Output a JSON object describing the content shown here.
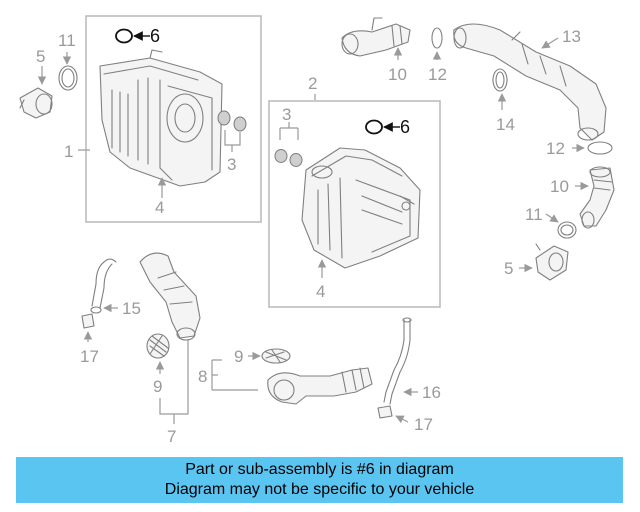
{
  "callouts": {
    "c1": "1",
    "c2": "2",
    "c3a": "3",
    "c3b": "3",
    "c4a": "4",
    "c4b": "4",
    "c5a": "5",
    "c5b": "5",
    "c6a": "6",
    "c6b": "6",
    "c7": "7",
    "c8": "8",
    "c9a": "9",
    "c9b": "9",
    "c10a": "10",
    "c10b": "10",
    "c11a": "11",
    "c11b": "11",
    "c12a": "12",
    "c12b": "12",
    "c13": "13",
    "c14": "14",
    "c15": "15",
    "c16": "16",
    "c17a": "17",
    "c17b": "17"
  },
  "banner": {
    "line1": "Part or sub-assembly is #6 in diagram",
    "line2": "Diagram may not be specific to your vehicle",
    "color": "#5bc5f2"
  }
}
